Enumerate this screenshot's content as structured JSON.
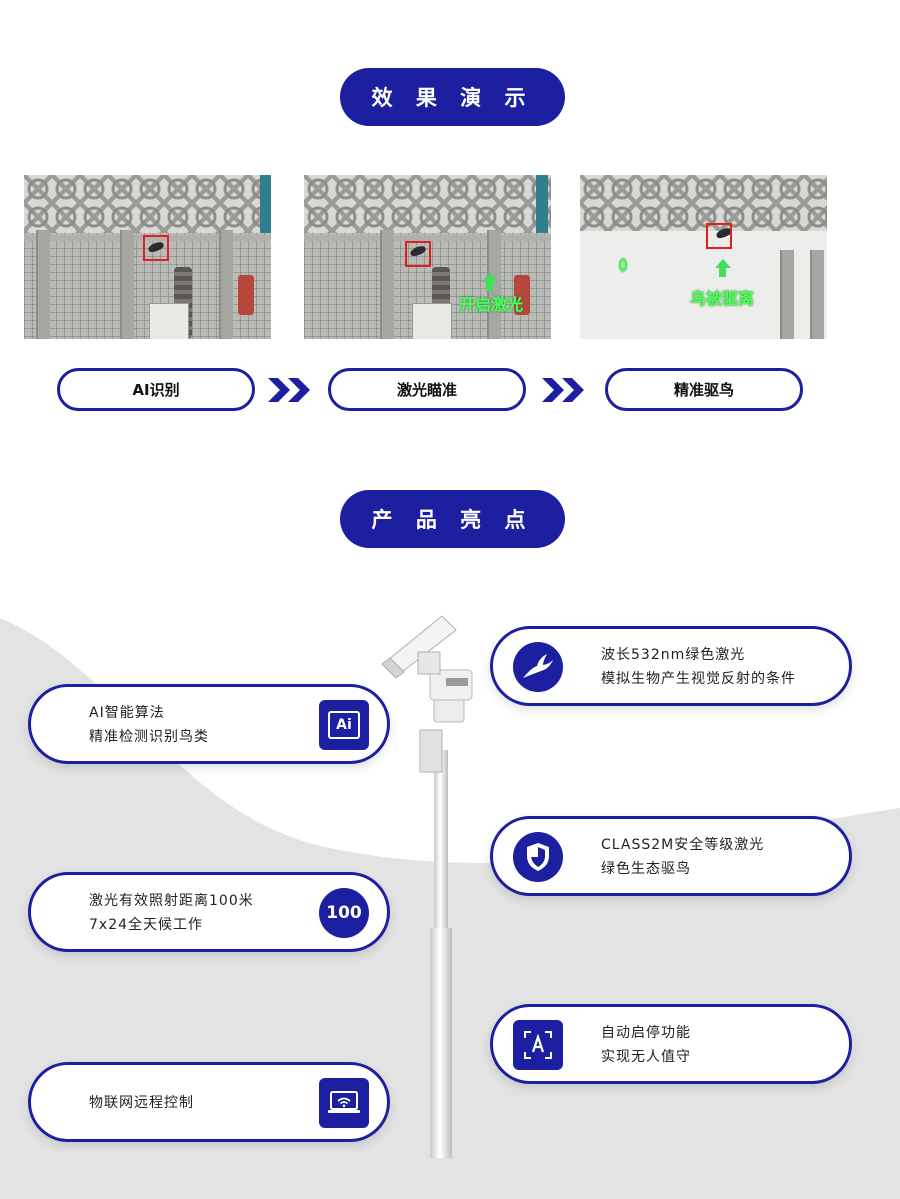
{
  "sections": {
    "demo_title": "效 果 演 示",
    "highlights_title": "产 品 亮 点"
  },
  "demo": {
    "photos": [
      {
        "caption": ""
      },
      {
        "caption": "开启激光"
      },
      {
        "caption": "鸟被驱离"
      }
    ],
    "steps": [
      "AI识别",
      "激光瞄准",
      "精准驱鸟"
    ]
  },
  "features": {
    "left": [
      {
        "line1": "AI智能算法",
        "line2": "精准检测识别鸟类",
        "icon": "ai-chip-icon",
        "badge": "Ai"
      },
      {
        "line1": "激光有效照射距离100米",
        "line2": "7x24全天候工作",
        "icon": "range-100-icon",
        "badge": "100"
      },
      {
        "line1": "物联网远程控制",
        "line2": "",
        "icon": "laptop-wifi-icon"
      }
    ],
    "right": [
      {
        "line1": "波长532nm绿色激光",
        "line2": "模拟生物产生视觉反射的条件",
        "icon": "bird-icon"
      },
      {
        "line1": "CLASS2M安全等级激光",
        "line2": "绿色生态驱鸟",
        "icon": "shield-icon"
      },
      {
        "line1": "自动启停功能",
        "line2": "实现无人值守",
        "icon": "auto-mode-icon"
      }
    ]
  },
  "colors": {
    "brand": "#1c1fa0",
    "laser_green": "#4dff5c",
    "bbox_red": "#e02020"
  }
}
